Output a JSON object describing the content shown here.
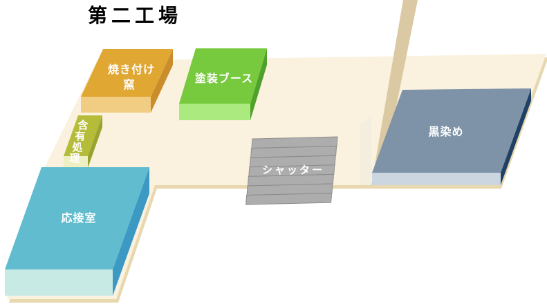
{
  "title": "第二工場",
  "floor": {
    "fill": "#FAF1DE",
    "edge_fill": "#E8D8AF"
  },
  "wall": {
    "fill": "#DAC9A2",
    "facet_fill": "#F4EEE0"
  },
  "rooms": {
    "kiln": {
      "label_line1": "焼き付け",
      "label_line2": "窯",
      "colors": {
        "top": "#E0A733",
        "front": "#F1CD83",
        "side": "#C98E2B"
      }
    },
    "paint": {
      "label": "塗装ブース",
      "colors": {
        "top": "#77C93E",
        "front": "#AAEA7E",
        "side": "#50A12C"
      }
    },
    "treat": {
      "label": "含有処理",
      "chars": [
        "含",
        "有",
        "処",
        "理"
      ],
      "colors": {
        "top": "#B5BC39",
        "front": "#EEF0C4",
        "side": "#99A32F"
      }
    },
    "meeting": {
      "label": "応接室",
      "colors": {
        "top": "#60BCCE",
        "front": "#C8EAE4",
        "side": "#3C99C4"
      }
    },
    "dye": {
      "label": "黒染め",
      "colors": {
        "top": "#7E93A8",
        "front": "#CBD6E0",
        "side": "#1F4165"
      }
    }
  },
  "shutter": {
    "label": "シャッター",
    "slat_count": 7,
    "fill": "#ADADAD",
    "stroke": "#8D8D8D"
  }
}
